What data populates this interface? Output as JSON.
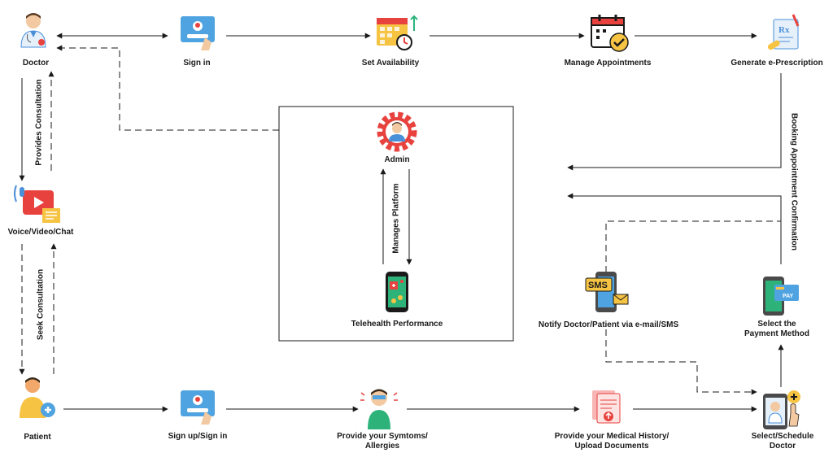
{
  "nodes": {
    "doctor": "Doctor",
    "sign_in": "Sign in",
    "set_availability": "Set Availability",
    "manage_appointments": "Manage Appointments",
    "generate_prescription": "Generate e-Prescription",
    "voice_video_chat": "Voice/Video/Chat",
    "admin": "Admin",
    "telehealth_performance": "Telehealth Performance",
    "notify": "Notify Doctor/Patient via e-mail/SMS",
    "payment_method_line1": "Select the",
    "payment_method_line2": "Payment Method",
    "patient": "Patient",
    "signup_signin": "Sign up/Sign in",
    "symptoms_line1": "Provide your Symtoms/",
    "symptoms_line2": "Allergies",
    "medical_history_line1": "Provide your Medical History/",
    "medical_history_line2": "Upload Documents",
    "select_doctor_line1": "Select/Schedule",
    "select_doctor_line2": "Doctor"
  },
  "edges": {
    "provides_consultation": "Provides Consultation",
    "seek_consultation": "Seek Consultation",
    "manages_platform": "Manages Platform",
    "booking_confirmation": "Booking Appointment Confirmation"
  },
  "icon_text": {
    "sms": "SMS",
    "pay": "PAY",
    "rx": "Rx"
  },
  "colors": {
    "line": "#1a1a1a",
    "accent_red": "#e8423f",
    "accent_blue": "#4a90d9",
    "accent_green": "#2db37a",
    "accent_yellow": "#f6c343"
  }
}
